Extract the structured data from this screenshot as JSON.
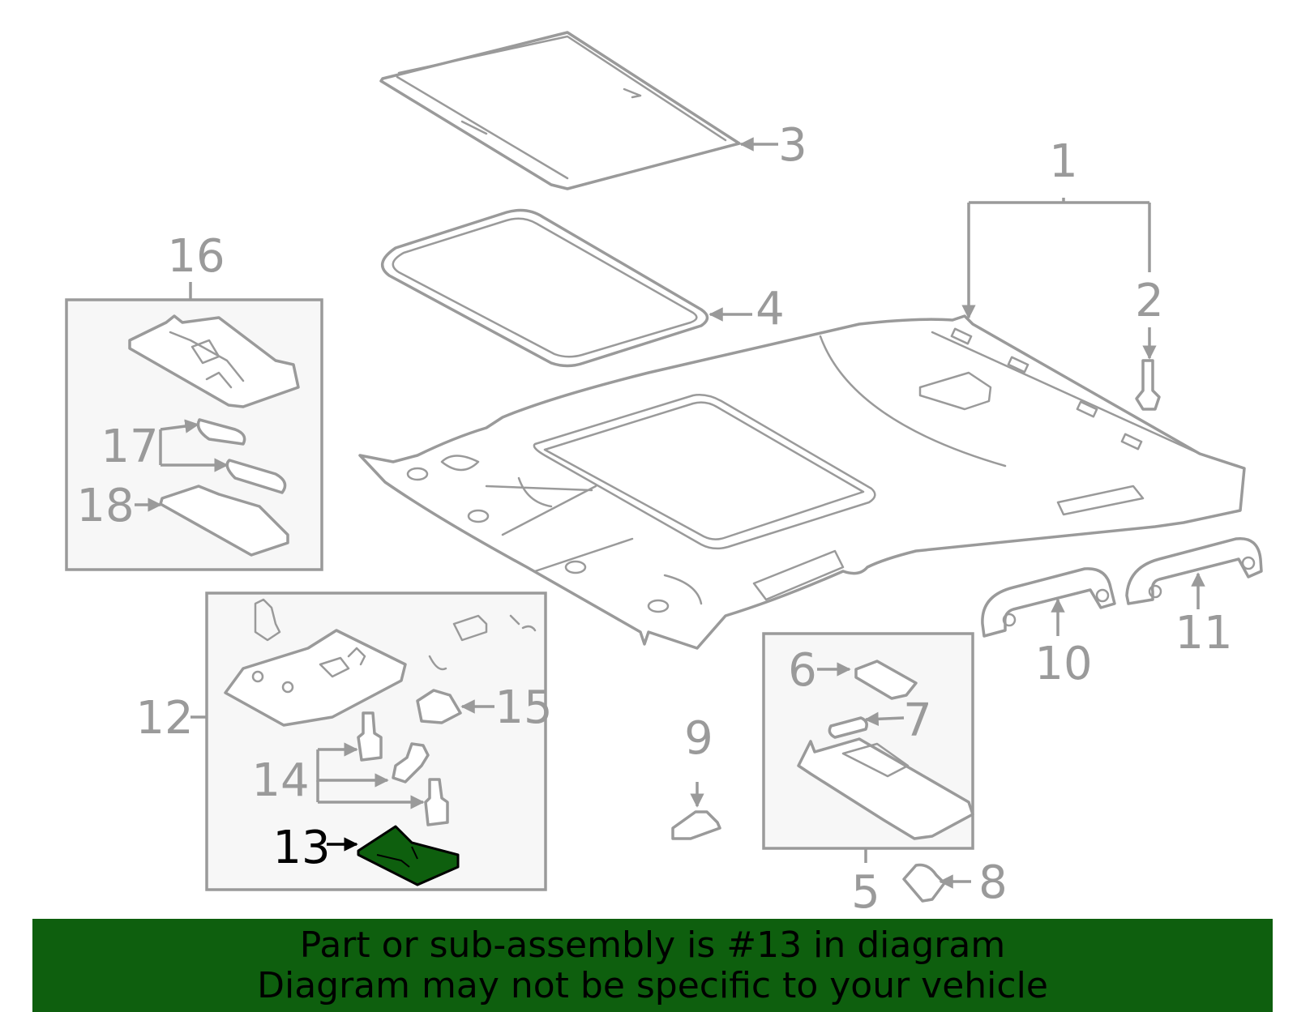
{
  "diagram": {
    "callouts": {
      "c1": "1",
      "c2": "2",
      "c3": "3",
      "c4": "4",
      "c5": "5",
      "c6": "6",
      "c7": "7",
      "c8": "8",
      "c9": "9",
      "c10": "10",
      "c11": "11",
      "c12": "12",
      "c13": "13",
      "c14": "14",
      "c15": "15",
      "c16": "16",
      "c17": "17",
      "c18": "18"
    },
    "highlighted_part": "13",
    "colors": {
      "line": "#9a9a9a",
      "highlight": "#0e5f0e",
      "panel": "#f7f7f7"
    }
  },
  "banner": {
    "line1": "Part or sub-assembly is #13 in diagram",
    "line2": "Diagram may not be specific to your vehicle"
  }
}
